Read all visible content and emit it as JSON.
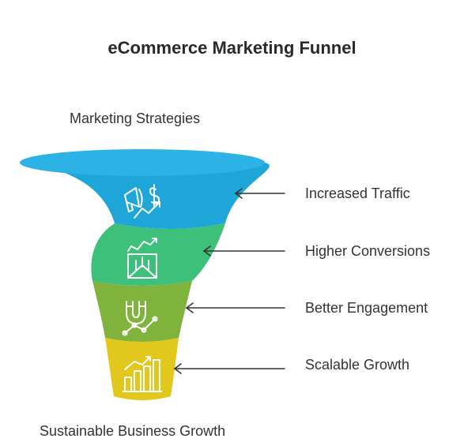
{
  "title": "eCommerce Marketing Funnel",
  "input_label": "Marketing Strategies",
  "output_label": "Sustainable Business Growth",
  "stages": [
    {
      "label": "Increased Traffic",
      "icon": "megaphone-dollar-trend-icon",
      "color": "#1fa6d9"
    },
    {
      "label": "Higher Conversions",
      "icon": "envelope-chart-icon",
      "color": "#3cc07a"
    },
    {
      "label": "Better Engagement",
      "icon": "magnet-icon",
      "color": "#7fb33b"
    },
    {
      "label": "Scalable Growth",
      "icon": "bar-chart-growth-icon",
      "color": "#e2c81c"
    }
  ],
  "colors": {
    "arrow": "#333333",
    "icon_stroke": "#ffffff",
    "rim_highlight": "#3bb6e6"
  }
}
